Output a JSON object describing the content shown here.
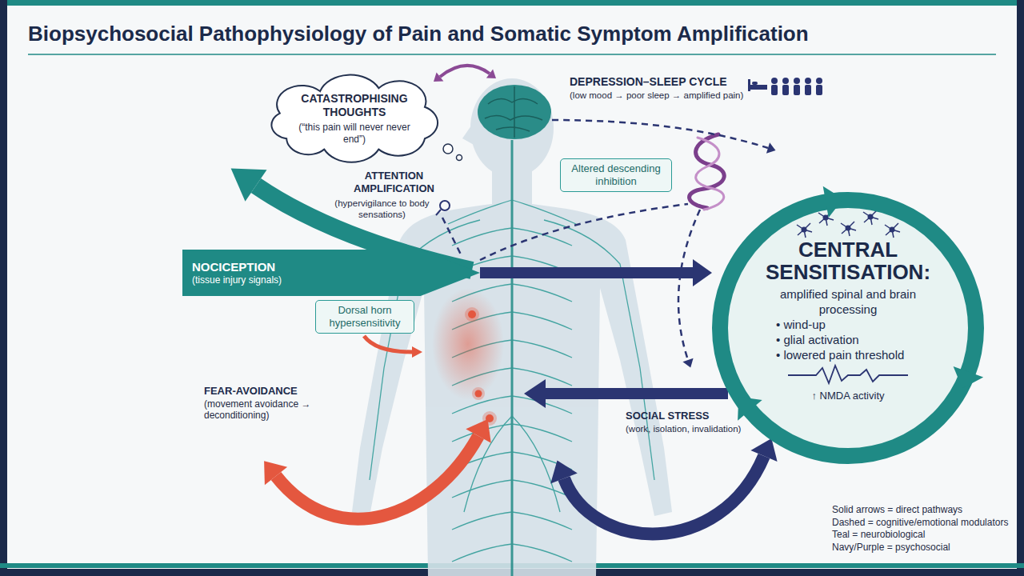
{
  "diagram": {
    "title": "Biopsychosocial Pathophysiology of Pain and Somatic Symptom Amplification",
    "nodes": [
      {
        "text": [
          "CATASTROPHISING THOUGHTS",
          "(“this pain will never never end”)"
        ]
      },
      {
        "text": [
          "Altered descending inhibition"
        ]
      },
      {
        "text": [
          "NOCICEPTION",
          "(tissue injury signals)"
        ]
      },
      {
        "text": [
          "Dorsal horn hypersensitivity"
        ]
      },
      {
        "text": [
          "CENTRAL SENSITISATION:",
          "amplified spinal and brain processing",
          "• wind-up",
          "• glial activation",
          "• lowered pain threshold",
          "↑ NMDA activity"
        ]
      }
    ],
    "edges": [
      {
        "from": 2,
        "to": 4,
        "arrow": "to"
      }
    ],
    "labels": [
      "ATTENTION AMPLIFICATION",
      "(hypervigilance to body sensations)",
      "DEPRESSION–SLEEP CYCLE",
      "(low mood → poor sleep → amplified pain)",
      "FEAR-AVOIDANCE",
      "(movement avoidance → deconditioning)",
      "SOCIAL STRESS",
      "(work, isolation, invalidation)"
    ],
    "legend": [
      {
        "text": "Solid arrows = direct pathways"
      },
      {
        "text": "Dashed = cognitive/emotional modulators"
      },
      {
        "text": "Teal = neurobiological"
      },
      {
        "text": "Navy/Purple = psychosocial"
      }
    ]
  }
}
